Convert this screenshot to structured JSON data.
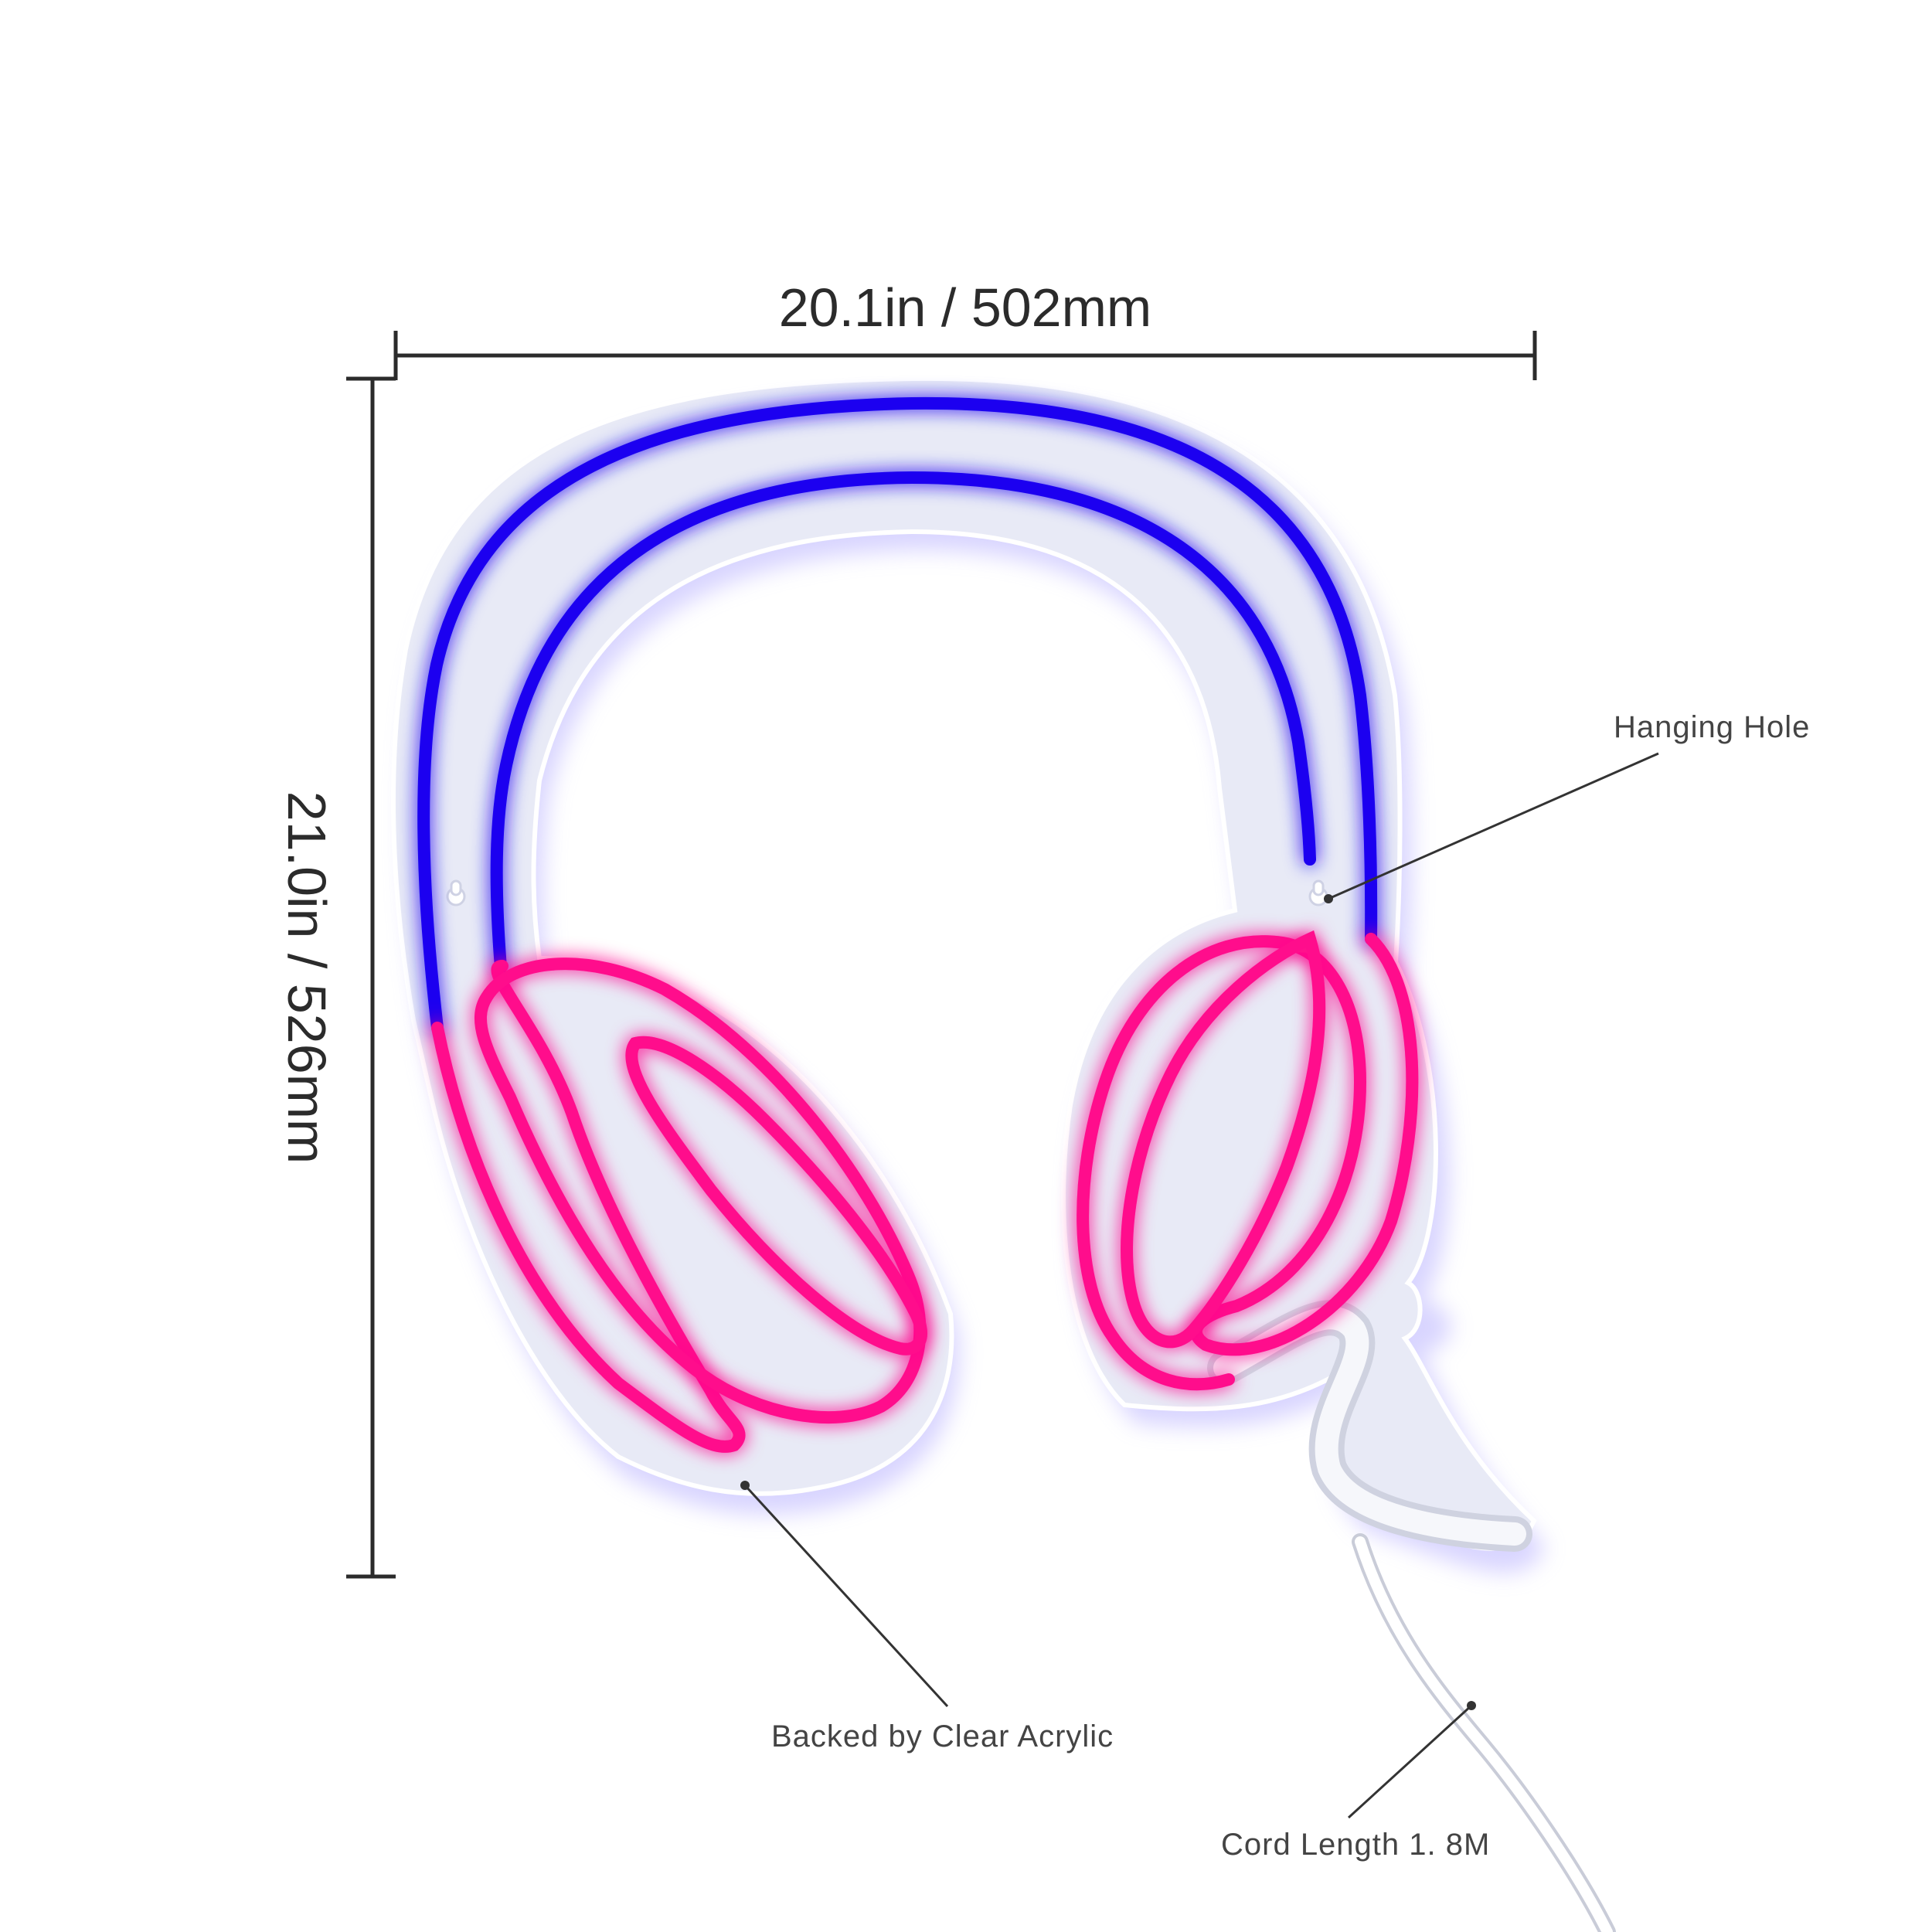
{
  "dimensions": {
    "width_label": "20.1in / 502mm",
    "height_label": "21.0in / 526mm"
  },
  "callouts": {
    "hanging_hole": "Hanging Hole",
    "backing": "Backed by Clear Acrylic",
    "cord": "Cord Length 1. 8M"
  },
  "colors": {
    "headband_neon": "#1a00f0",
    "earcup_neon": "#ff0a8c",
    "acrylic_backing": "#e8eaf6",
    "cord": "#ffffff",
    "dimension_lines": "#2b2b2b"
  }
}
